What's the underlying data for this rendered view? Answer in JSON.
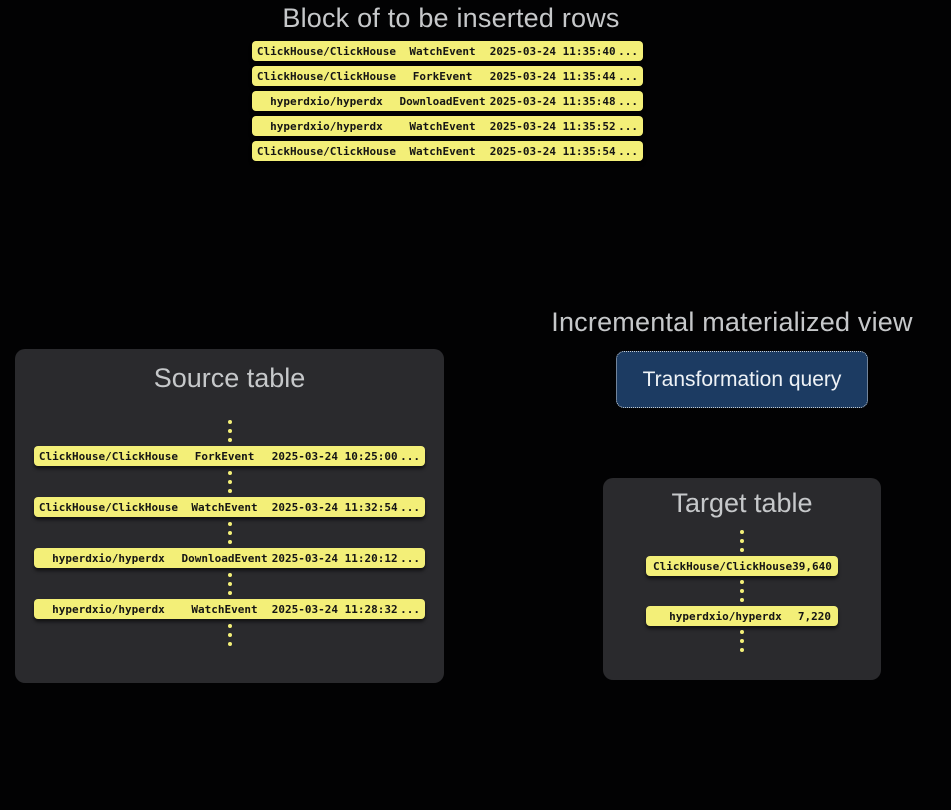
{
  "colors": {
    "page_bg": "#020203",
    "panel_bg": "#2a2a2d",
    "row_yellow": "#f3ef78",
    "title_gray": "#c6c8ca",
    "row_text": "#141414",
    "button_bg": "#1c3b62",
    "button_border": "#c8cdd2",
    "button_text": "#eef2f6"
  },
  "insert_block": {
    "title": "Block of to be inserted rows",
    "rows": [
      {
        "repo": "ClickHouse/ClickHouse",
        "event": "WatchEvent",
        "time": "2025-03-24 11:35:40",
        "more": "..."
      },
      {
        "repo": "ClickHouse/ClickHouse",
        "event": "ForkEvent",
        "time": "2025-03-24 11:35:44",
        "more": "..."
      },
      {
        "repo": "hyperdxio/hyperdx",
        "event": "DownloadEvent",
        "time": "2025-03-24 11:35:48",
        "more": "..."
      },
      {
        "repo": "hyperdxio/hyperdx",
        "event": "WatchEvent",
        "time": "2025-03-24 11:35:52",
        "more": "..."
      },
      {
        "repo": "ClickHouse/ClickHouse",
        "event": "WatchEvent",
        "time": "2025-03-24 11:35:54",
        "more": "..."
      }
    ]
  },
  "source_table": {
    "title": "Source table",
    "rows": [
      {
        "repo": "ClickHouse/ClickHouse",
        "event": "ForkEvent",
        "time": "2025-03-24 10:25:00",
        "more": "..."
      },
      {
        "repo": "ClickHouse/ClickHouse",
        "event": "WatchEvent",
        "time": "2025-03-24 11:32:54",
        "more": "..."
      },
      {
        "repo": "hyperdxio/hyperdx",
        "event": "DownloadEvent",
        "time": "2025-03-24 11:20:12",
        "more": "..."
      },
      {
        "repo": "hyperdxio/hyperdx",
        "event": "WatchEvent",
        "time": "2025-03-24 11:28:32",
        "more": "..."
      }
    ]
  },
  "materialized_view": {
    "title": "Incremental materialized view",
    "button_label": "Transformation query"
  },
  "target_table": {
    "title": "Target table",
    "rows": [
      {
        "repo": "ClickHouse/ClickHouse",
        "value": "39,640"
      },
      {
        "repo": "hyperdxio/hyperdx",
        "value": "7,220"
      }
    ]
  }
}
